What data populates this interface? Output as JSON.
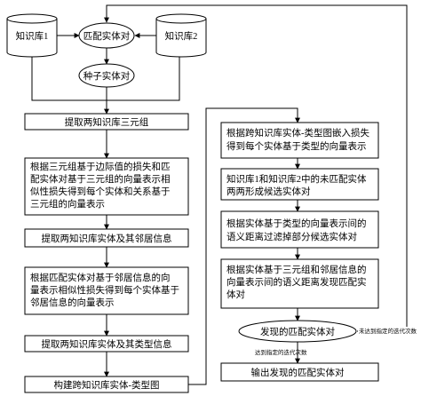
{
  "nodes": {
    "kb1": "知识库1",
    "kb2": "知识库2",
    "match_top": "匹配实体对",
    "seed": "种子实体对",
    "extract_triples": "提取两知识库三元组",
    "triple_embed": [
      "根据三元组基于边际值的损失和匹",
      "配实体对基于三元组的向量表示相",
      "似性损失得到每个实体和关系基于",
      "三元组的向量表示"
    ],
    "extract_neighbors": "提取两知识库实体及其邻居信息",
    "neighbor_embed": [
      "根据匹配实体对基于邻居信息的向",
      "量表示相似性损失得到每个实体基于",
      "邻居信息的向量表示"
    ],
    "extract_types": "提取两知识库实体及其类型信息",
    "build_graph": "构建跨知识库实体-类型图",
    "type_embed": [
      "根据跨知识库实体-类型图嵌入损失",
      "得到每个实体基于类型的向量表示"
    ],
    "candidates": [
      "知识库1和知识库2中的未匹配实体",
      "两两形成候选实体对"
    ],
    "filter": [
      "根据实体基于类型的向量表示间的",
      "语义距离过滤掉部分候选实体对"
    ],
    "discover": [
      "根据实体基于三元组和邻居信息的",
      "向量表示间的语义距离发现匹配实",
      "体对"
    ],
    "found": "发现的匹配实体对",
    "output": "输出发现的匹配实体对"
  },
  "edge_labels": {
    "not_reached": "未达到指定的迭代次数",
    "reached": "达到指定的迭代次数"
  }
}
